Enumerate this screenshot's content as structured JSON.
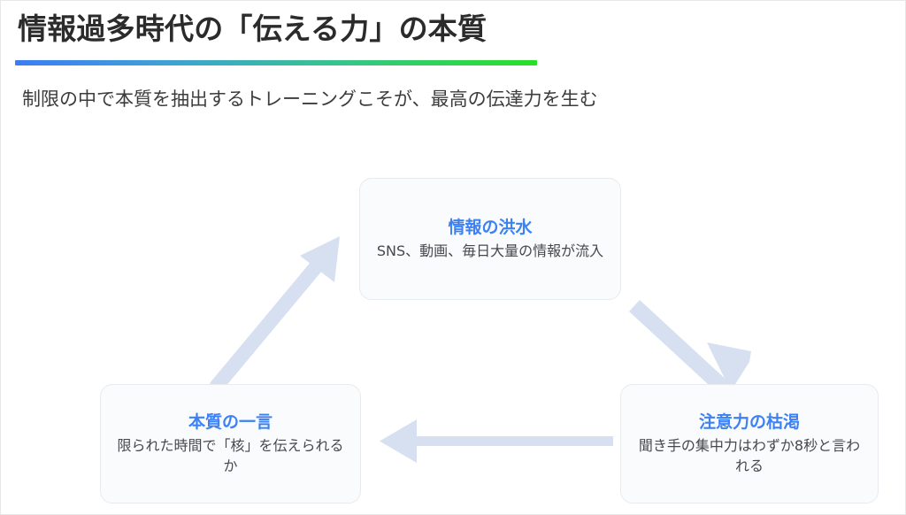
{
  "header": {
    "title": "情報過多時代の「伝える力」の本質",
    "subtitle": "制限の中で本質を抽出するトレーニングこそが、最高の伝達力を生む",
    "rule_gradient_from": "#3b7df4",
    "rule_gradient_to": "#27e027"
  },
  "diagram": {
    "type": "cycle",
    "direction": "counter-clockwise",
    "accent_color": "#3d81f3",
    "arrow_color": "#d7e0f0",
    "card_background": "#fafbfc",
    "card_border": "#e7eaee",
    "nodes": [
      {
        "id": "information-flood",
        "position": "top",
        "title": "情報の洪水",
        "desc": "SNS、動画、毎日大量の情報が流入"
      },
      {
        "id": "attention-depletion",
        "position": "bottom-right",
        "title": "注意力の枯渇",
        "desc": "聞き手の集中力はわずか8秒と言われる"
      },
      {
        "id": "essential-one-line",
        "position": "bottom-left",
        "title": "本質の一言",
        "desc": "限られた時間で「核」を伝えられるか"
      }
    ],
    "arrows": [
      {
        "id": "top-to-right",
        "from": "information-flood",
        "to": "attention-depletion",
        "direction": "down-right"
      },
      {
        "id": "right-to-left",
        "from": "attention-depletion",
        "to": "essential-one-line",
        "direction": "left"
      },
      {
        "id": "left-to-top",
        "from": "essential-one-line",
        "to": "information-flood",
        "direction": "up-right"
      }
    ]
  }
}
